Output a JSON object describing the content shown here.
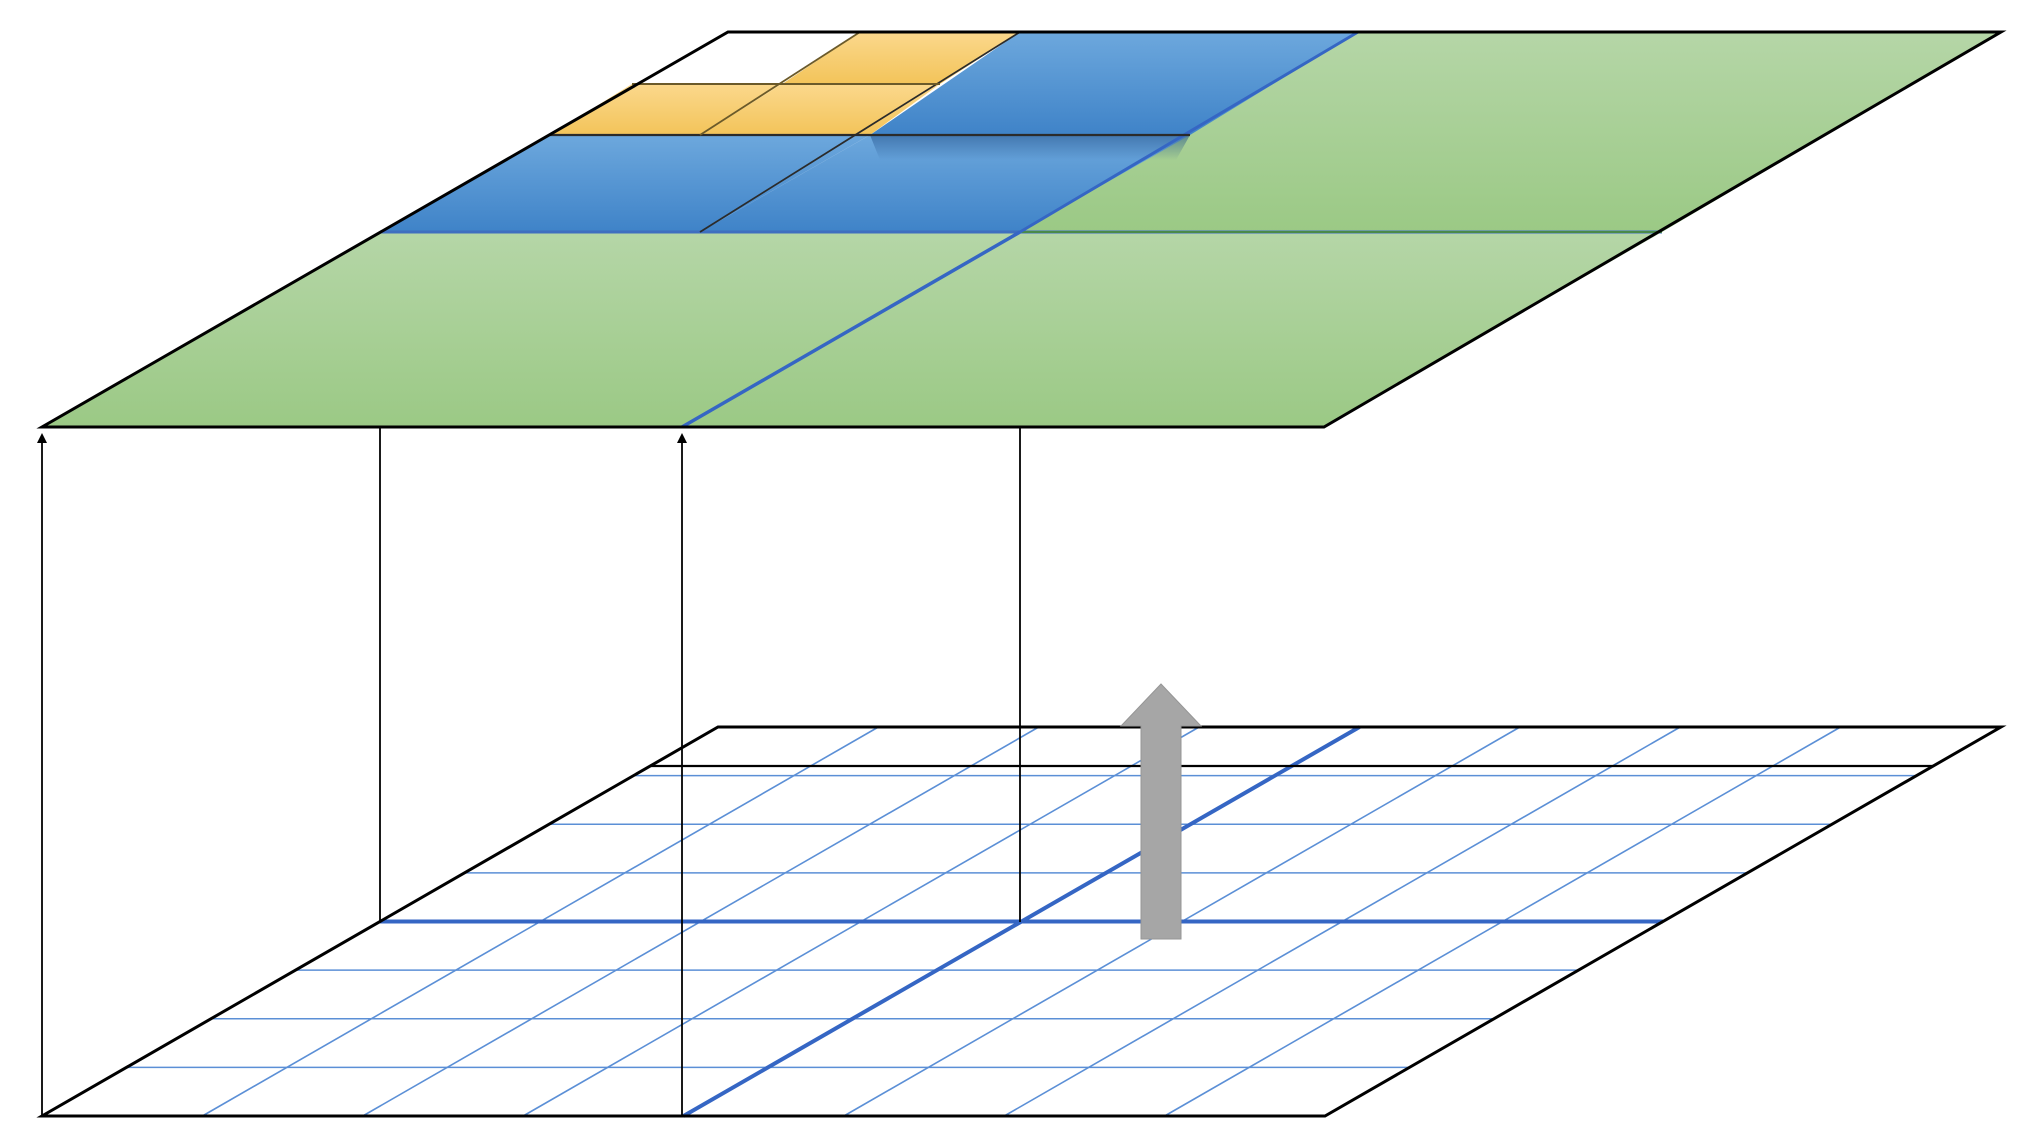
{
  "diagram": {
    "kind": "hierarchical-grid-projection",
    "colors": {
      "background": "#ffffff",
      "outline": "#000000",
      "coarse_green_top": "#b5d6a7",
      "coarse_green_bottom": "#9bc985",
      "medium_blue_top": "#6da8dd",
      "medium_blue_bottom": "#3f83c8",
      "fine_orange_top": "#fbd88c",
      "fine_orange_bottom": "#f3c45a",
      "fine_grid_line": "#5b8fd6",
      "thick_grid_line": "#3566c4",
      "up_arrow": "#a6a6a6",
      "projection_line": "#000000"
    },
    "layers": [
      {
        "name": "top-refined-layer",
        "grid_levels": [
          "coarse-2x2",
          "medium-2x2",
          "fine-2x2"
        ]
      },
      {
        "name": "bottom-fine-grid",
        "subdivisions": 8
      }
    ],
    "projection_arrows": 4,
    "direction_arrow": "up"
  }
}
